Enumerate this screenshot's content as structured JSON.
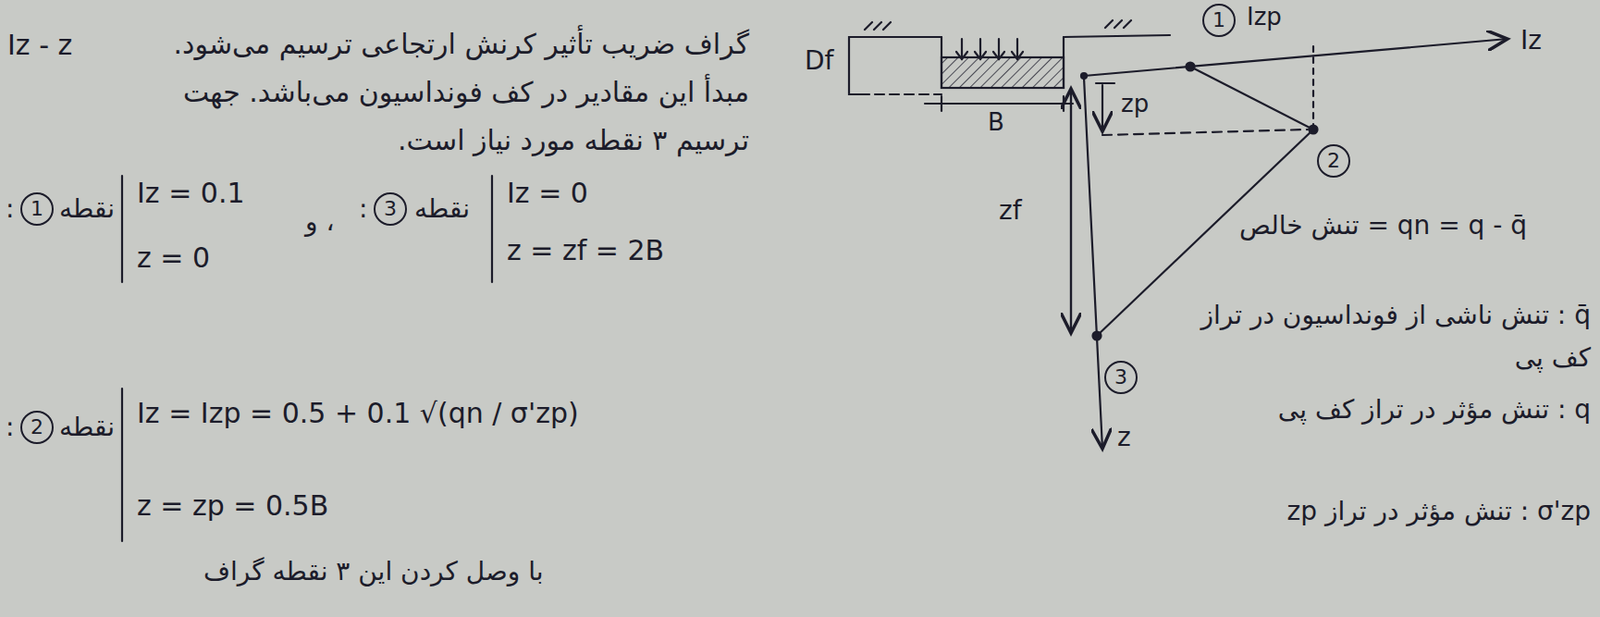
{
  "diagram": {
    "nodes": [
      {
        "text": [
          "1"
        ]
      },
      {
        "text": [
          "3"
        ]
      },
      {
        "text": [
          "2"
        ]
      },
      {
        "text": [
          "1"
        ]
      },
      {
        "text": [
          "2"
        ]
      },
      {
        "text": [
          "3"
        ]
      }
    ],
    "labels": [
      "Iz - z",
      "گراف ضریب تأثیر کرنش ارتجاعی ترسیم می‌شود. مبدأ این مقادیر در کف فونداسیون می‌باشد. جهت ترسیم ۳ نقطه مورد نیاز است.",
      "نقطه",
      ":",
      "Iz = 0.1",
      "z = 0",
      "، و",
      "نقطه",
      ":",
      "Iz = 0",
      "z = zf = 2B",
      "نقطه",
      ":",
      "Iz = Izp = 0.5 + 0.1 √(qn / σ'zp)",
      "z = zp = 0.5B",
      "با وصل کردن این ۳ نقطه گراف",
      "Df",
      "B",
      "Izp",
      "Iz",
      "zp",
      "zf",
      "z",
      "تنش خالص = qn = q - q̄",
      "q̄ : تنش ناشی از فونداسیون در تراز کف پی",
      "q : تنش مؤثر در تراز کف پی",
      "σ'zp : تنش مؤثر در تراز zp"
    ]
  }
}
